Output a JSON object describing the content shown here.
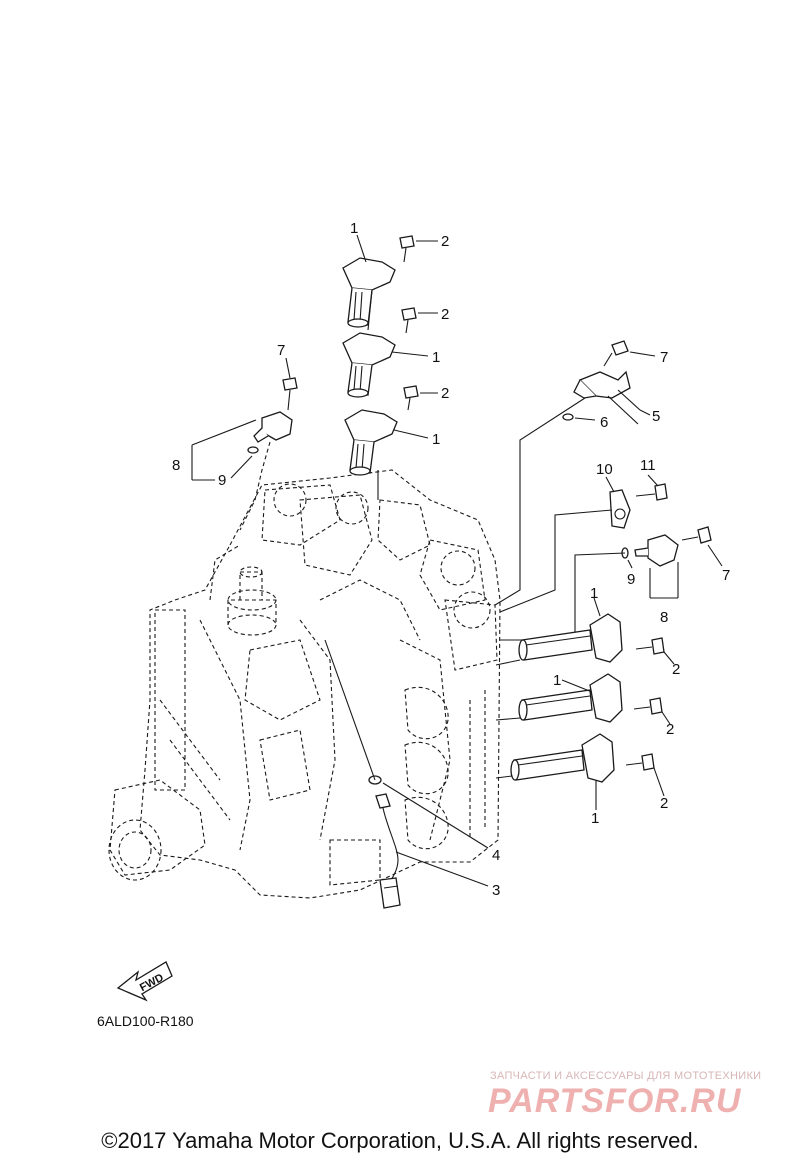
{
  "diagram_code": "6ALD100-R180",
  "fwd_label": "FWD",
  "callouts": {
    "c1a": "1",
    "c1b": "1",
    "c1c": "1",
    "c1d": "1",
    "c1e": "1",
    "c1f": "1",
    "c2a": "2",
    "c2b": "2",
    "c2c": "2",
    "c2d": "2",
    "c2e": "2",
    "c2f": "2",
    "c3": "3",
    "c4": "4",
    "c5": "5",
    "c6": "6",
    "c7a": "7",
    "c7b": "7",
    "c7c": "7",
    "c8a": "8",
    "c8b": "8",
    "c9a": "9",
    "c9b": "9",
    "c10": "10",
    "c11": "11"
  },
  "watermark": {
    "tagline": "ЗАПЧАСТИ И АКСЕССУАРЫ ДЛЯ МОТОТЕХНИКИ",
    "logo": "PARTSFOR.RU"
  },
  "copyright": "©2017 Yamaha Motor Corporation, U.S.A. All rights reserved."
}
